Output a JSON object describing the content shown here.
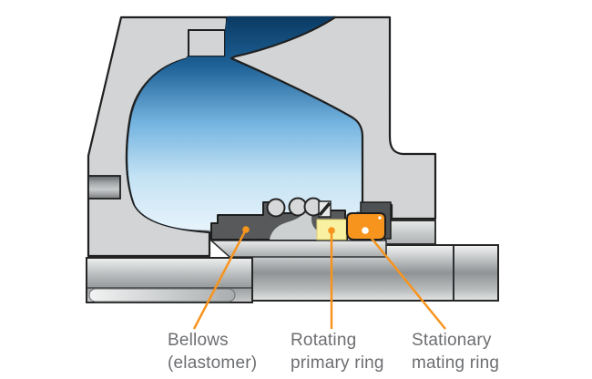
{
  "diagram": {
    "labels": {
      "bellows": {
        "line1": "Bellows",
        "line2": "(elastomer)"
      },
      "rotating": {
        "line1": "Rotating",
        "line2": "primary ring"
      },
      "stationary": {
        "line1": "Stationary",
        "line2": "mating ring"
      }
    },
    "colors": {
      "leader": "#f7941e",
      "rotating_ring": "#f8f1a1",
      "stationary_ring": "#f7941e",
      "bellows_gray": "#57595b",
      "fluid_dark": "#0a3a63",
      "fluid_light": "#edf6fc",
      "metal_gray": "#d2d4d5",
      "label_text": "#6d6e71"
    }
  }
}
